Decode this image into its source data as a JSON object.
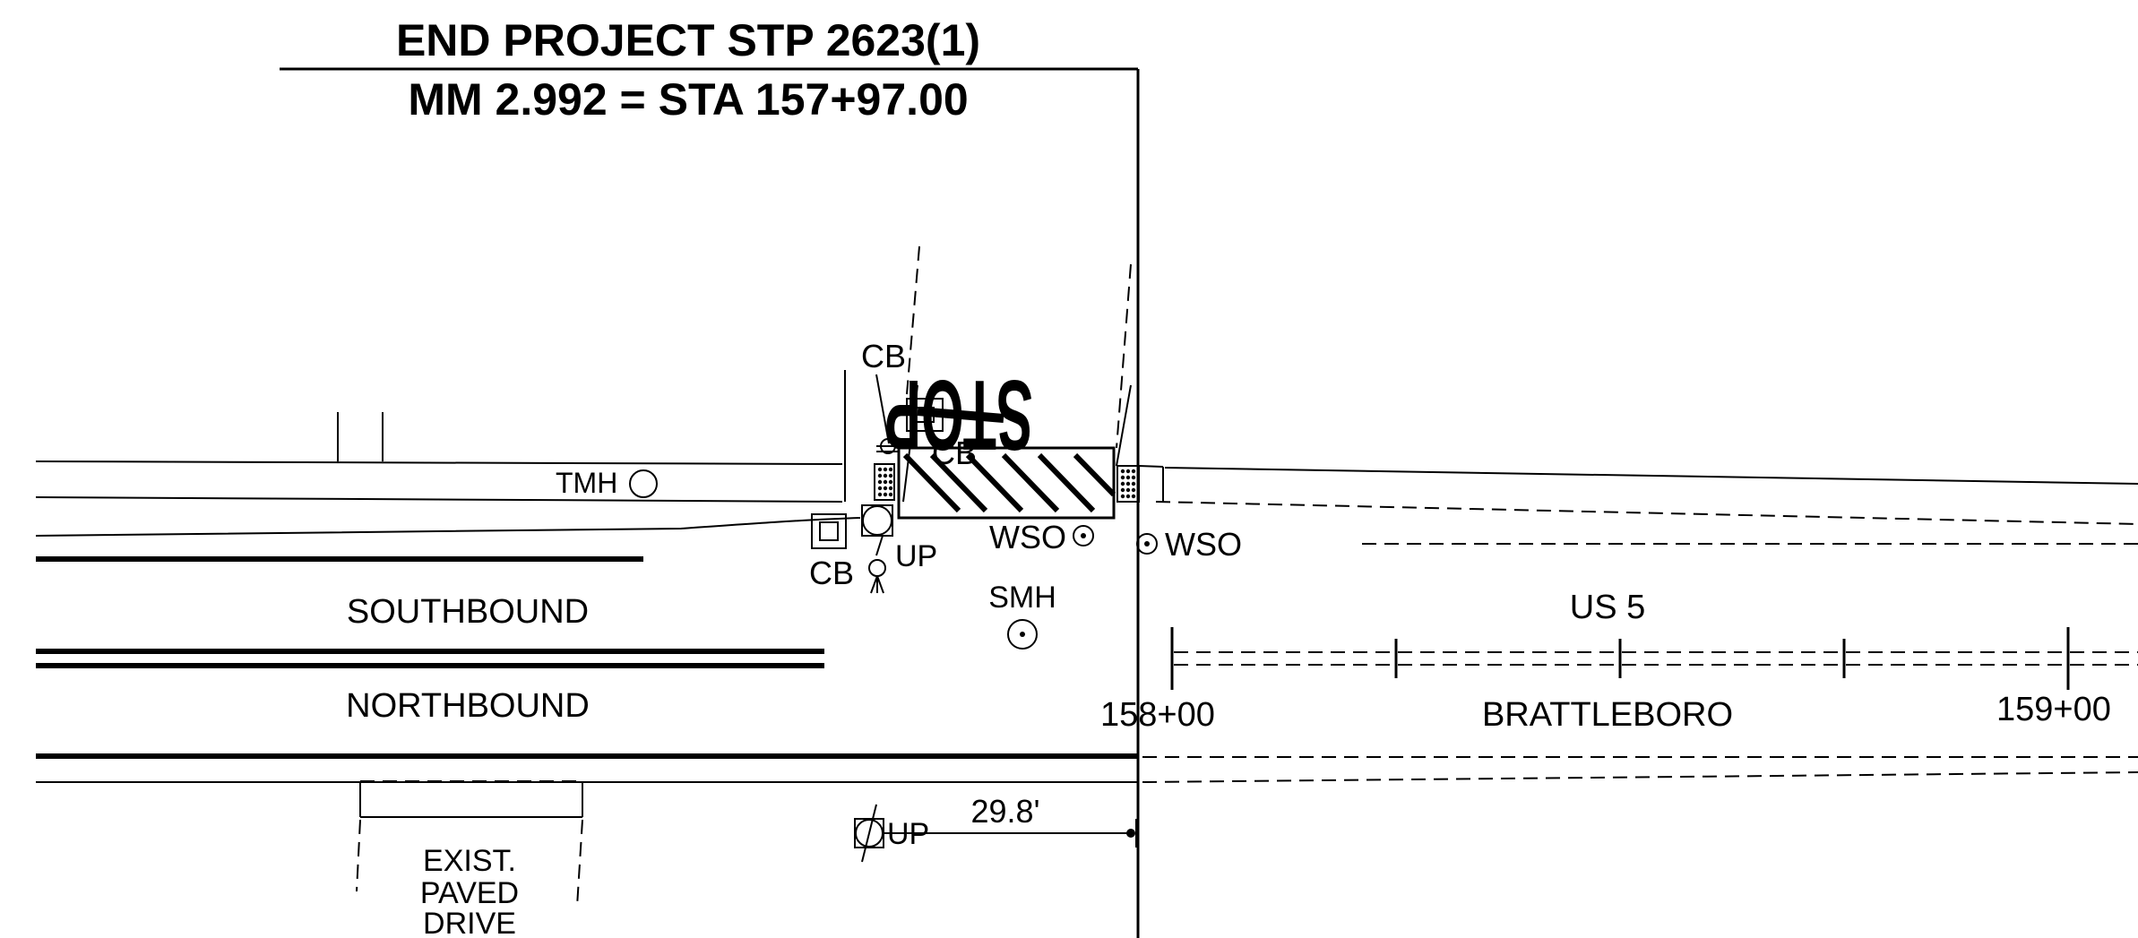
{
  "header": {
    "line1": "END  PROJECT STP  2623(1)",
    "line2": "MM   2.992  =   STA  157+97.00"
  },
  "labels": {
    "stop": "STOP",
    "cb_top": "CB",
    "cb_mid": "CB",
    "cb_left": "CB",
    "tmh": "TMH",
    "up_top": "UP",
    "up_bottom": "UP",
    "wso_left": "WSO",
    "wso_right": "WSO",
    "smh": "SMH",
    "us5": "US 5",
    "southbound": "SOUTHBOUND",
    "northbound": "NORTHBOUND",
    "brattleboro": "BRATTLEBORO",
    "sta_158": "158+00",
    "sta_159": "159+00",
    "dimension": "29.8'",
    "drive_line1": "EXIST.",
    "drive_line2": "PAVED",
    "drive_line3": "DRIVE"
  }
}
